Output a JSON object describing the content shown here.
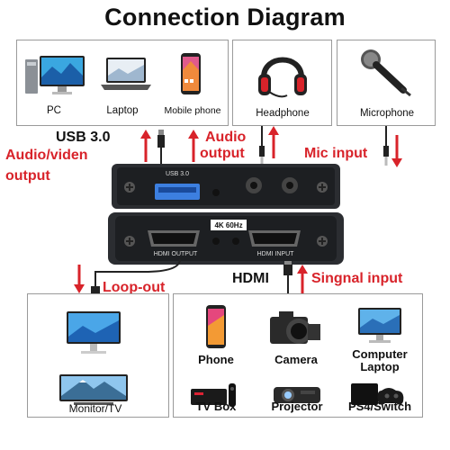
{
  "title": "Connection Diagram",
  "output_devices": {
    "computers": [
      "PC",
      "Laptop",
      "Mobile phone"
    ],
    "headphone": "Headphone",
    "microphone": "Microphone"
  },
  "callouts": {
    "usb": "USB 3.0",
    "audio_video": "Audio/viden",
    "output": "output",
    "audio": "Audio",
    "audio_output": "output",
    "mic_input": "Mic input",
    "loop_out": "Loop-out",
    "hdmi": "HDMI",
    "signal_input": "Singnal input"
  },
  "device_labels": {
    "usb_port": "USB 3.0",
    "resolution_badge": "4K 60Hz",
    "hdmi_output": "HDMI OUTPUT",
    "hdmi_input": "HDMI INPUT"
  },
  "loop_devices": [
    "Monitor/TV"
  ],
  "input_devices": [
    "Phone",
    "Camera",
    "Computer Laptop",
    "TV Box",
    "Projector",
    "PS4/Switch"
  ],
  "colors": {
    "accent_red": "#d8232a",
    "border_gray": "#9a9a9a",
    "device_dark": "#2b2d31"
  },
  "icons": [
    "pc-icon",
    "laptop-icon",
    "mobile-phone-icon",
    "headphone-icon",
    "microphone-icon",
    "monitor-icon",
    "tv-icon",
    "phone-icon",
    "camera-icon",
    "computer-laptop-icon",
    "tv-box-icon",
    "projector-icon",
    "game-console-icon",
    "usb-cable-icon",
    "audio-cable-icon",
    "hdmi-cable-icon",
    "arrow-up-icon",
    "arrow-down-icon"
  ]
}
